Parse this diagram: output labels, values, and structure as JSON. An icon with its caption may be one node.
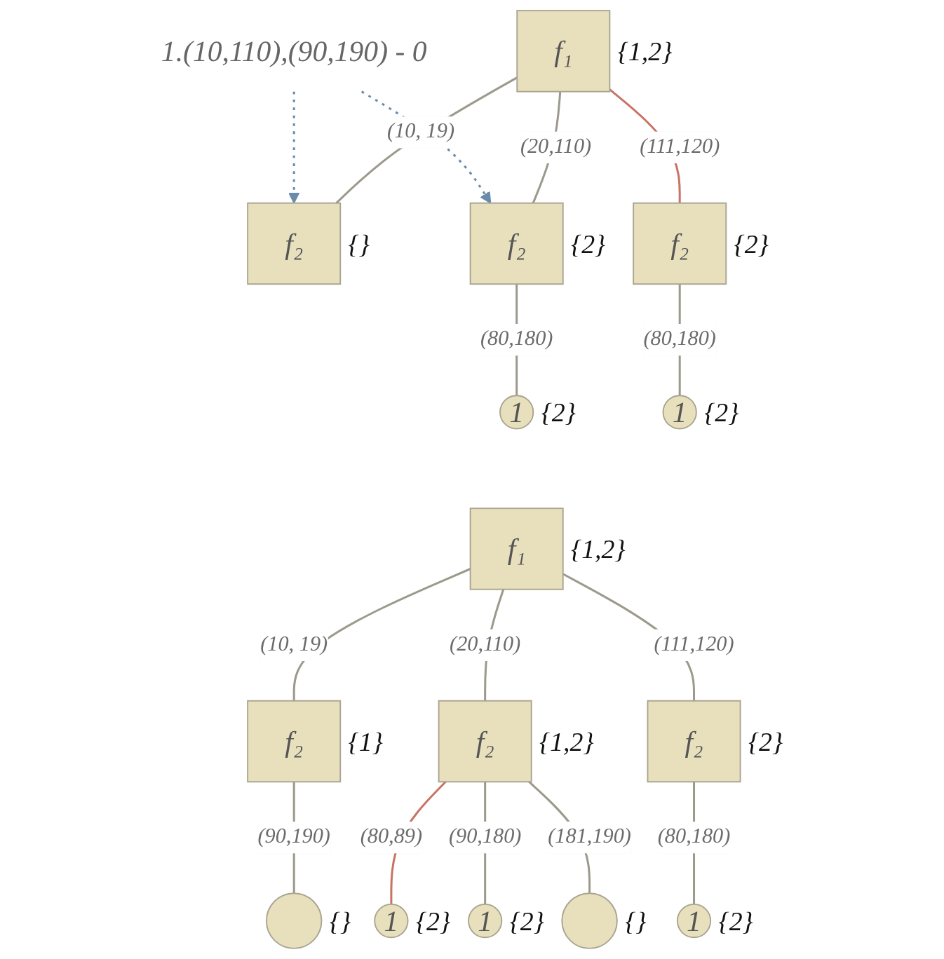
{
  "diagram": {
    "nodes": [
      {
        "text": [
          "f₁"
        ],
        "beside": [
          "{1,2}"
        ]
      },
      {
        "text": [
          "f₂"
        ],
        "beside": [
          "{}"
        ]
      },
      {
        "text": [
          "f₂"
        ],
        "beside": [
          "{2}"
        ]
      },
      {
        "text": [
          "f₂"
        ],
        "beside": [
          "{2}"
        ]
      },
      {
        "text": [
          "1"
        ],
        "beside": [
          "{2}"
        ]
      },
      {
        "text": [
          "1"
        ],
        "beside": [
          "{2}"
        ]
      },
      {
        "text": [
          "1.(10,110),(90,190) - 0"
        ]
      },
      {
        "text": [
          "f₁"
        ],
        "beside": [
          "{1,2}"
        ]
      },
      {
        "text": [
          "f₂"
        ],
        "beside": [
          "{1}"
        ]
      },
      {
        "text": [
          "f₂"
        ],
        "beside": [
          "{1,2}"
        ]
      },
      {
        "text": [
          "f₂"
        ],
        "beside": [
          "{2}"
        ]
      },
      {
        "text": [],
        "shape": "circle",
        "beside": [
          "{}"
        ]
      },
      {
        "text": [
          "1"
        ],
        "beside": [
          "{2}"
        ]
      },
      {
        "text": [
          "1"
        ],
        "beside": [
          "{2}"
        ]
      },
      {
        "text": [],
        "shape": "circle",
        "beside": [
          "{}"
        ]
      },
      {
        "text": [
          "1"
        ],
        "beside": [
          "{2}"
        ]
      }
    ],
    "edges": [
      {
        "from": 0,
        "to": 1,
        "arrow": "none",
        "label": "(10, 19)"
      },
      {
        "from": 0,
        "to": 2,
        "arrow": "none",
        "label": "(20,110)"
      },
      {
        "from": 0,
        "to": 3,
        "arrow": "none",
        "label": "(111,120)",
        "color": "#c87464"
      },
      {
        "from": 2,
        "to": 4,
        "arrow": "none",
        "label": "(80,180)"
      },
      {
        "from": 3,
        "to": 5,
        "arrow": "none",
        "label": "(80,180)"
      },
      {
        "from": 6,
        "to": 1,
        "arrow": "to",
        "style": "dashed",
        "color": "#6a8caa"
      },
      {
        "from": 6,
        "to": 2,
        "arrow": "to",
        "style": "dashed",
        "color": "#6a8caa"
      },
      {
        "from": 7,
        "to": 8,
        "arrow": "none",
        "label": "(10, 19)"
      },
      {
        "from": 7,
        "to": 9,
        "arrow": "none",
        "label": "(20,110)"
      },
      {
        "from": 7,
        "to": 10,
        "arrow": "none",
        "label": "(111,120)"
      },
      {
        "from": 8,
        "to": 11,
        "arrow": "none",
        "label": "(90,190)"
      },
      {
        "from": 9,
        "to": 12,
        "arrow": "none",
        "label": "(80,89)",
        "color": "#c87464"
      },
      {
        "from": 9,
        "to": 13,
        "arrow": "none",
        "label": "(90,180)"
      },
      {
        "from": 9,
        "to": 14,
        "arrow": "none",
        "label": "(181,190)"
      },
      {
        "from": 10,
        "to": 15,
        "arrow": "none",
        "label": "(80,180)"
      }
    ]
  }
}
